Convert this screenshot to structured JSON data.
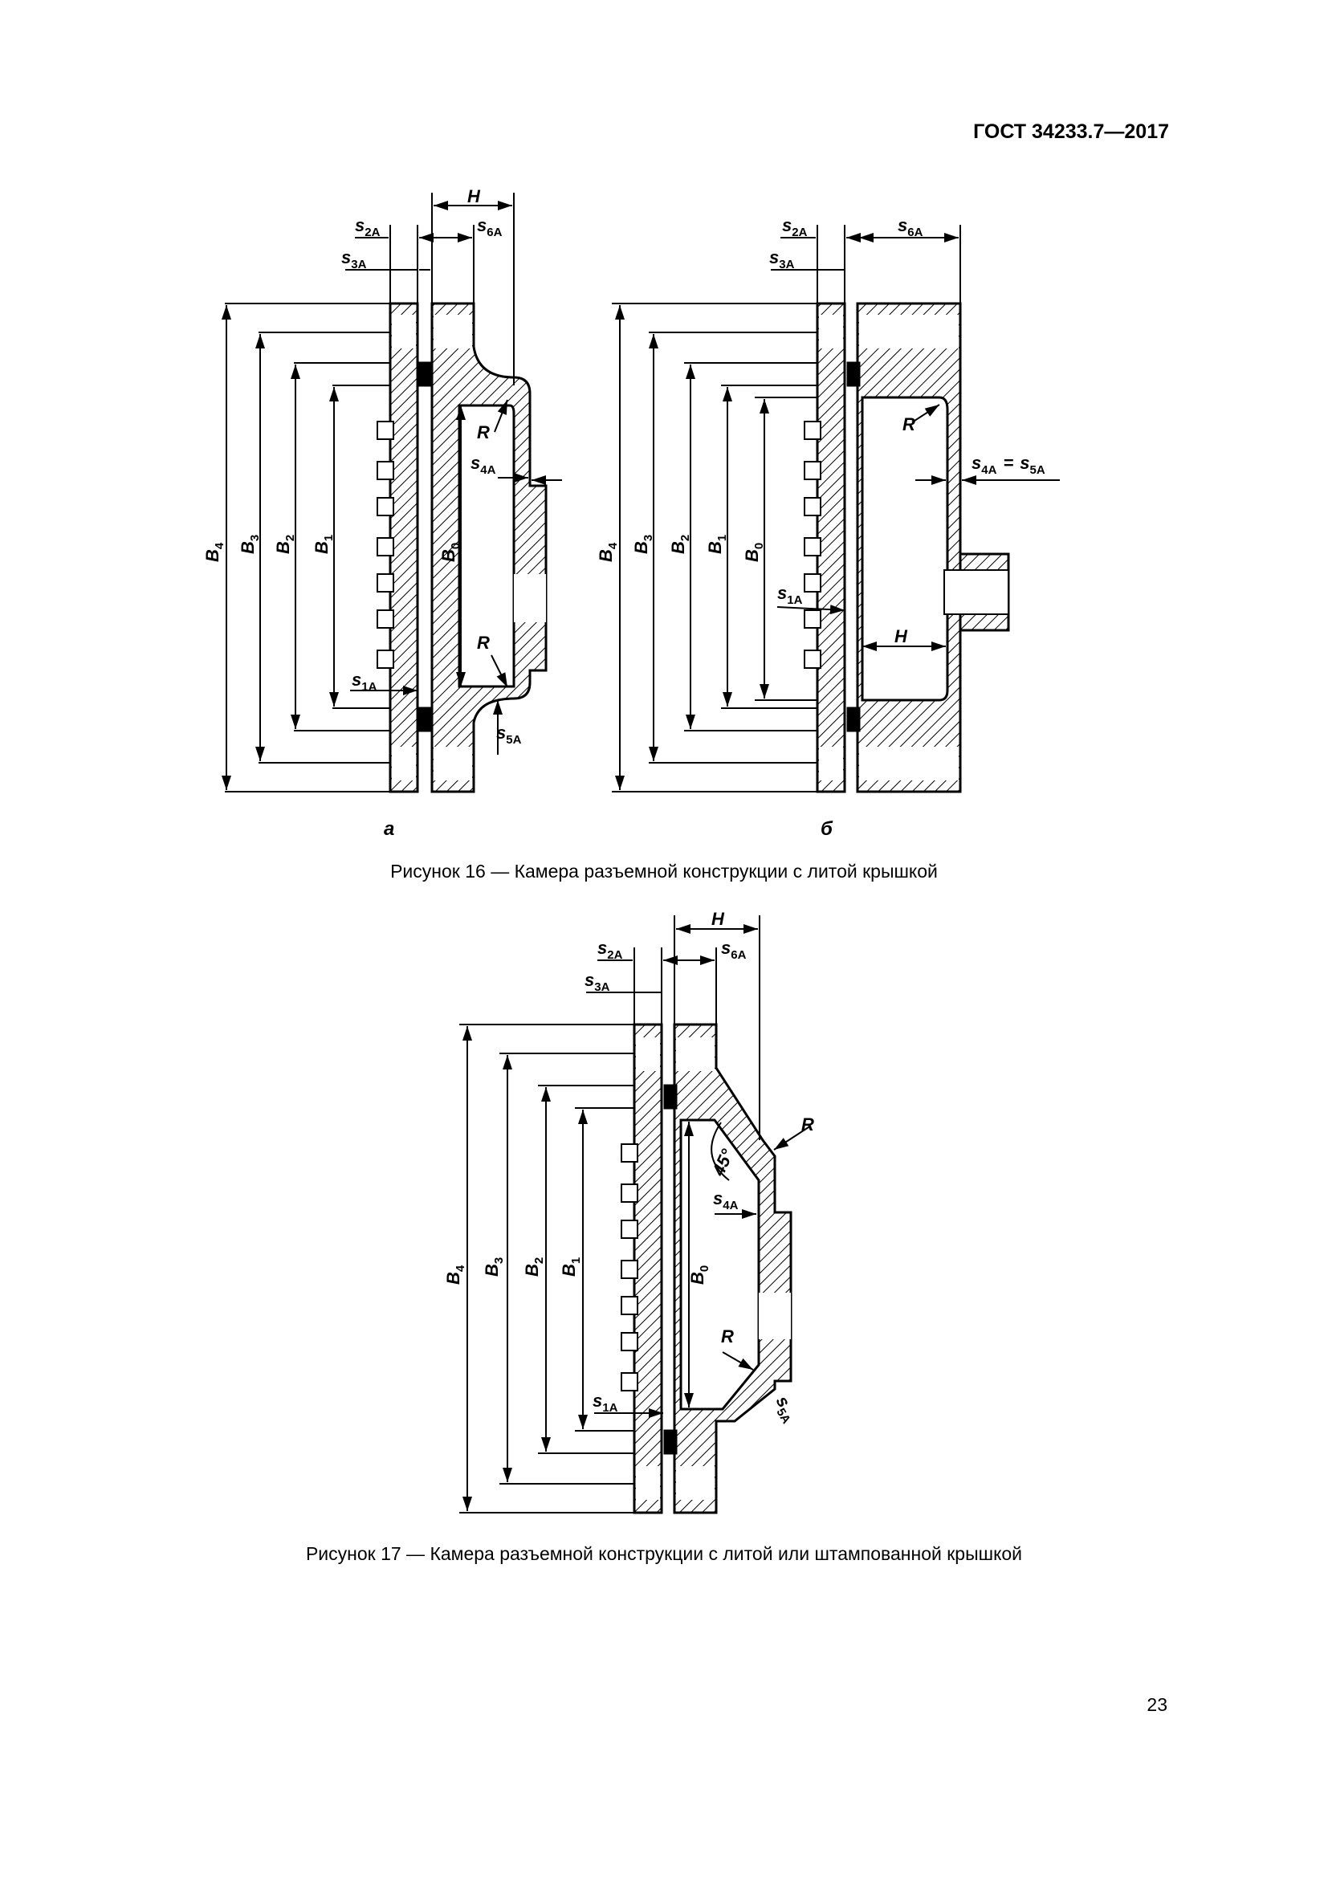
{
  "header": {
    "doc_code": "ГОСТ 34233.7—2017"
  },
  "figure16": {
    "caption": "Рисунок 16 — Камера разъемной конструкции с литой крышкой",
    "sub_a": "а",
    "sub_b": "б"
  },
  "figure17": {
    "caption": "Рисунок 17 — Камера разъемной конструкции с литой или штампованной крышкой"
  },
  "dims": {
    "H": "H",
    "R": "R",
    "B": "B",
    "s": "s",
    "sub_0": "0",
    "sub_1": "1",
    "sub_2": "2",
    "sub_3": "3",
    "sub_4": "4",
    "s1": "1A",
    "s2": "2A",
    "s3": "3A",
    "s4": "4A",
    "s5": "5A",
    "s6": "6A",
    "eq": "=",
    "angle": "45°"
  },
  "page": {
    "number": "23"
  }
}
